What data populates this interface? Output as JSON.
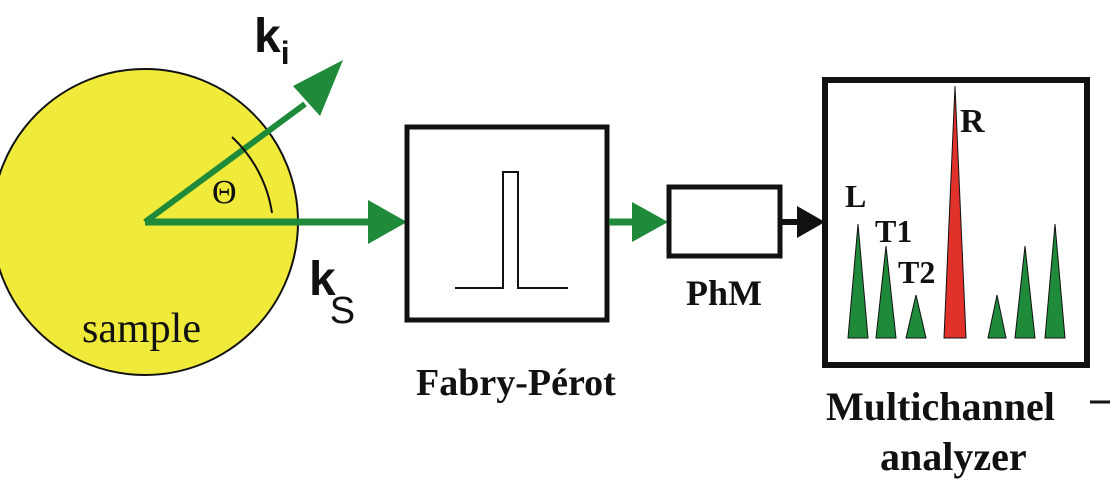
{
  "colors": {
    "sample_fill": "#f0ea3a",
    "arrow_green": "#1f8a3a",
    "peak_green": "#1f8a3a",
    "peak_red": "#e0312b",
    "line": "#111111"
  },
  "sample": {
    "label": "sample"
  },
  "vectors": {
    "ki_main": "k",
    "ki_sub": "i",
    "ks_main": "k",
    "ks_sub": "S",
    "angle": "Θ"
  },
  "fabry_perot": {
    "label": "Fabry-Pérot"
  },
  "phm": {
    "label": "PhM"
  },
  "analyzer": {
    "label_line1": "Multichannel",
    "label_line2": "analyzer",
    "peaks": {
      "R": "R",
      "L": "L",
      "T1": "T1",
      "T2": "T2"
    }
  },
  "icons": {
    "sample": "circle",
    "arrows": "arrow-right",
    "filter": "bandpass-filter-icon"
  }
}
